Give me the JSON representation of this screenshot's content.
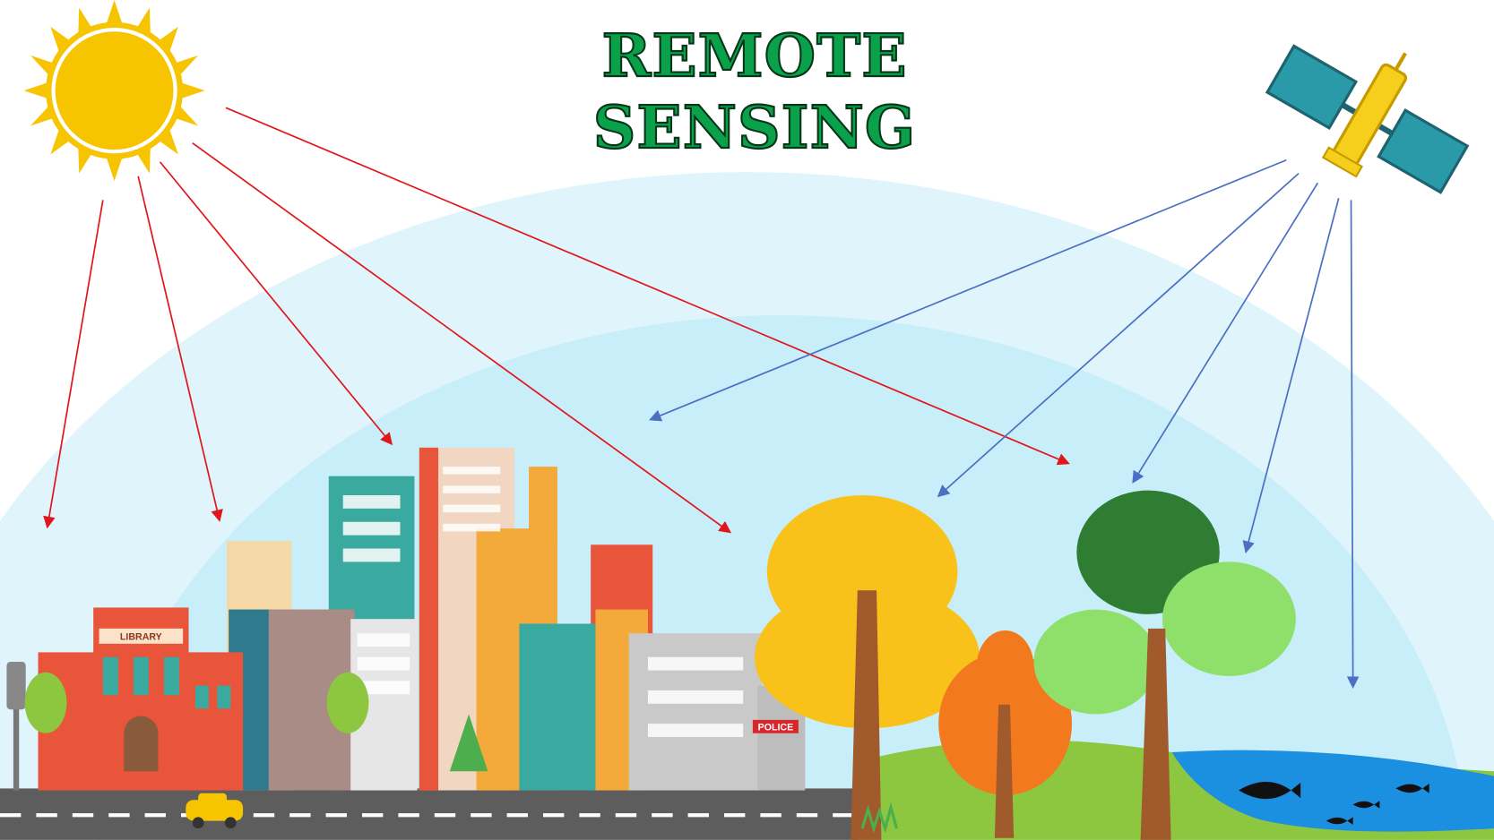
{
  "title": {
    "line1": "REMOTE",
    "line2": "SENSING"
  },
  "labels": {
    "library": "LIBRARY",
    "police": "POLICE"
  },
  "colors": {
    "sun_ray": "#e0161b",
    "satellite_ray": "#4a6fc4",
    "title": "#0aa14a",
    "sky_outer": "#dff5fb",
    "sky_inner": "#c8eef9"
  },
  "icons": [
    "sun-icon",
    "satellite-icon",
    "taxi-icon",
    "fish-icon",
    "traffic-light-icon"
  ]
}
